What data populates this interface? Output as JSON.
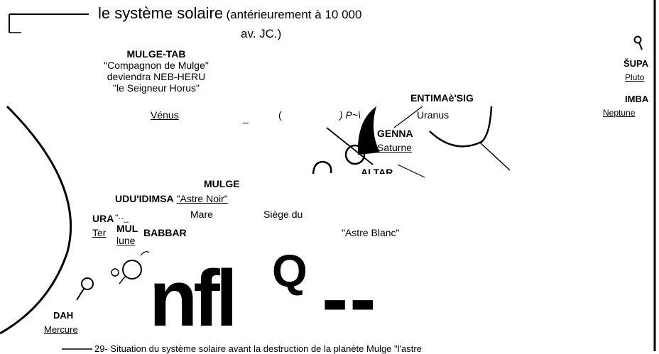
{
  "title": {
    "main": "le système solaire",
    "sub_line1": "(antérieurement à 10 000",
    "sub_line2": "av. JC.)"
  },
  "mulge_tab": {
    "name": "MULGE-TAB",
    "line1": "\"Compagnon de Mulge\"",
    "line2": "deviendra NEB-HERU",
    "line3": "\"le Seigneur Horus\"",
    "planet": "Vénus"
  },
  "ocr_fragments": {
    "dash": "_",
    "open_paren": "(",
    "p_frag": ") P~\\",
    "dots": "\"··_",
    "big_nfl": "nfl",
    "big_q": "Q",
    "big_dashes": "--"
  },
  "uranus": {
    "name": "ENTIMAè'SIG",
    "planet": "Uranus"
  },
  "genna": {
    "name": "GENNA",
    "planet": "Saturne"
  },
  "altar": {
    "name": "ALTAR"
  },
  "supa": {
    "name": "ŠUPA",
    "planet": "Pluto"
  },
  "imba": {
    "name": "IMBA",
    "planet": "Neptune"
  },
  "mulge": {
    "name": "MULGE",
    "udu_name": "UDU'IDIMSA",
    "udu_desc": "\"Astre Noir\"",
    "mare": "Mare",
    "siege": "Siège du",
    "astre_blanc": "\"Astre Blanc\""
  },
  "terre": {
    "name": "URA",
    "planet": "Ter"
  },
  "lune": {
    "name": "MUL",
    "name2": "BABBAR",
    "planet": "lune"
  },
  "dah": {
    "name": "DAH",
    "planet": "Mercure"
  },
  "caption": "29- Situation du système solaire avant la destruction de la planète Mulge \"l'astre"
}
